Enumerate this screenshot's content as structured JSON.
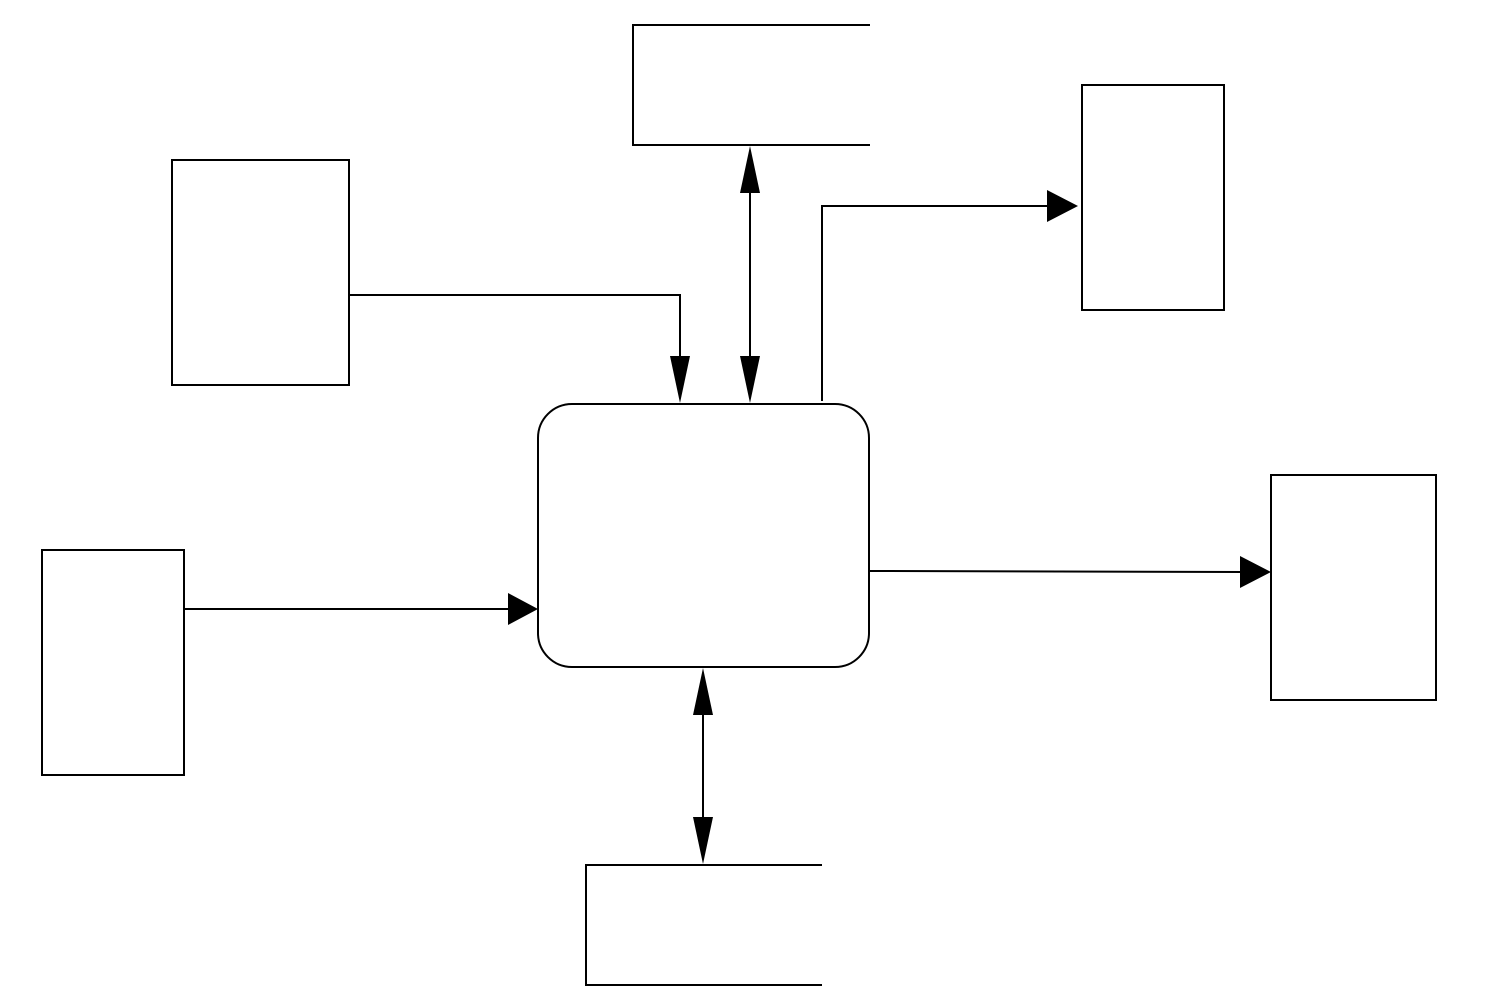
{
  "diagram": {
    "type": "data-flow-context-diagram",
    "process": {
      "shape": "rounded-rectangle",
      "label": ""
    },
    "entities": [
      {
        "id": "entity-top-left",
        "label": ""
      },
      {
        "id": "entity-left",
        "label": ""
      },
      {
        "id": "entity-top-right",
        "label": ""
      },
      {
        "id": "entity-right",
        "label": ""
      }
    ],
    "data_stores": [
      {
        "id": "store-top",
        "label": ""
      },
      {
        "id": "store-bottom",
        "label": ""
      }
    ],
    "flows": [
      {
        "from": "entity-top-left",
        "to": "process",
        "direction": "one-way"
      },
      {
        "from": "entity-left",
        "to": "process",
        "direction": "one-way"
      },
      {
        "from": "process",
        "to": "entity-top-right",
        "direction": "one-way"
      },
      {
        "from": "process",
        "to": "entity-right",
        "direction": "one-way"
      },
      {
        "from": "process",
        "to": "store-top",
        "direction": "two-way"
      },
      {
        "from": "process",
        "to": "store-bottom",
        "direction": "two-way"
      }
    ],
    "colors": {
      "stroke": "#000000",
      "background": "#ffffff"
    }
  }
}
